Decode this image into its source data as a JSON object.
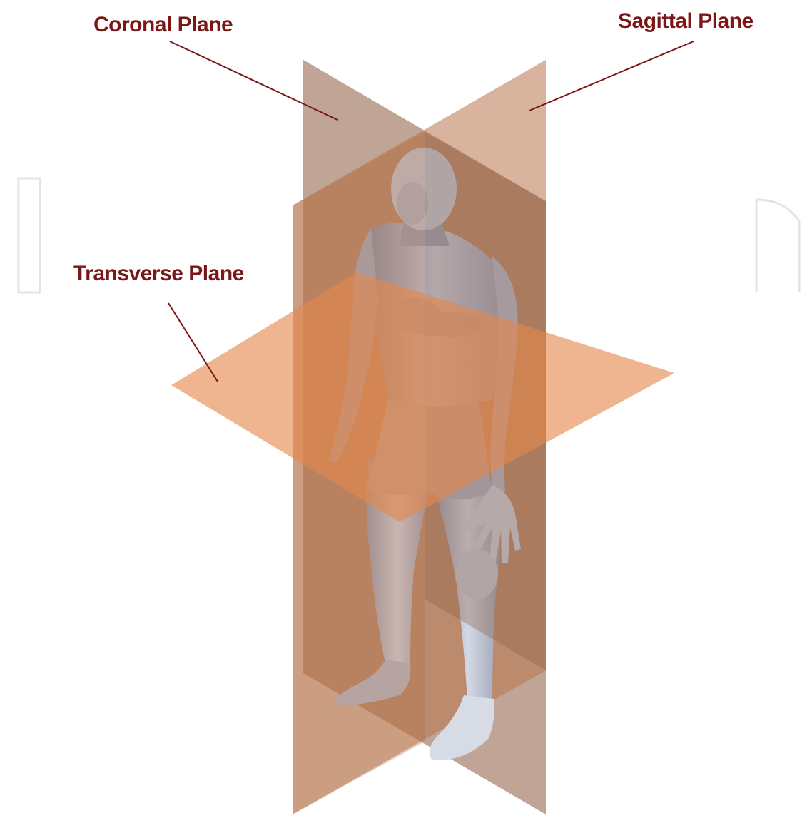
{
  "diagram": {
    "labels": {
      "coronal": "Coronal Plane",
      "sagittal": "Sagittal Plane",
      "transverse": "Transverse Plane"
    },
    "colors": {
      "label_text": "#7b1717",
      "leader_line": "#7b1717",
      "coronal_plane": "#9a6e55",
      "sagittal_plane": "#b8774f",
      "transverse_plane": "#e4874c",
      "body_skin": "#b2b8cc",
      "body_shadow": "#8d93a8",
      "watermark": "#e6e6e6"
    }
  }
}
